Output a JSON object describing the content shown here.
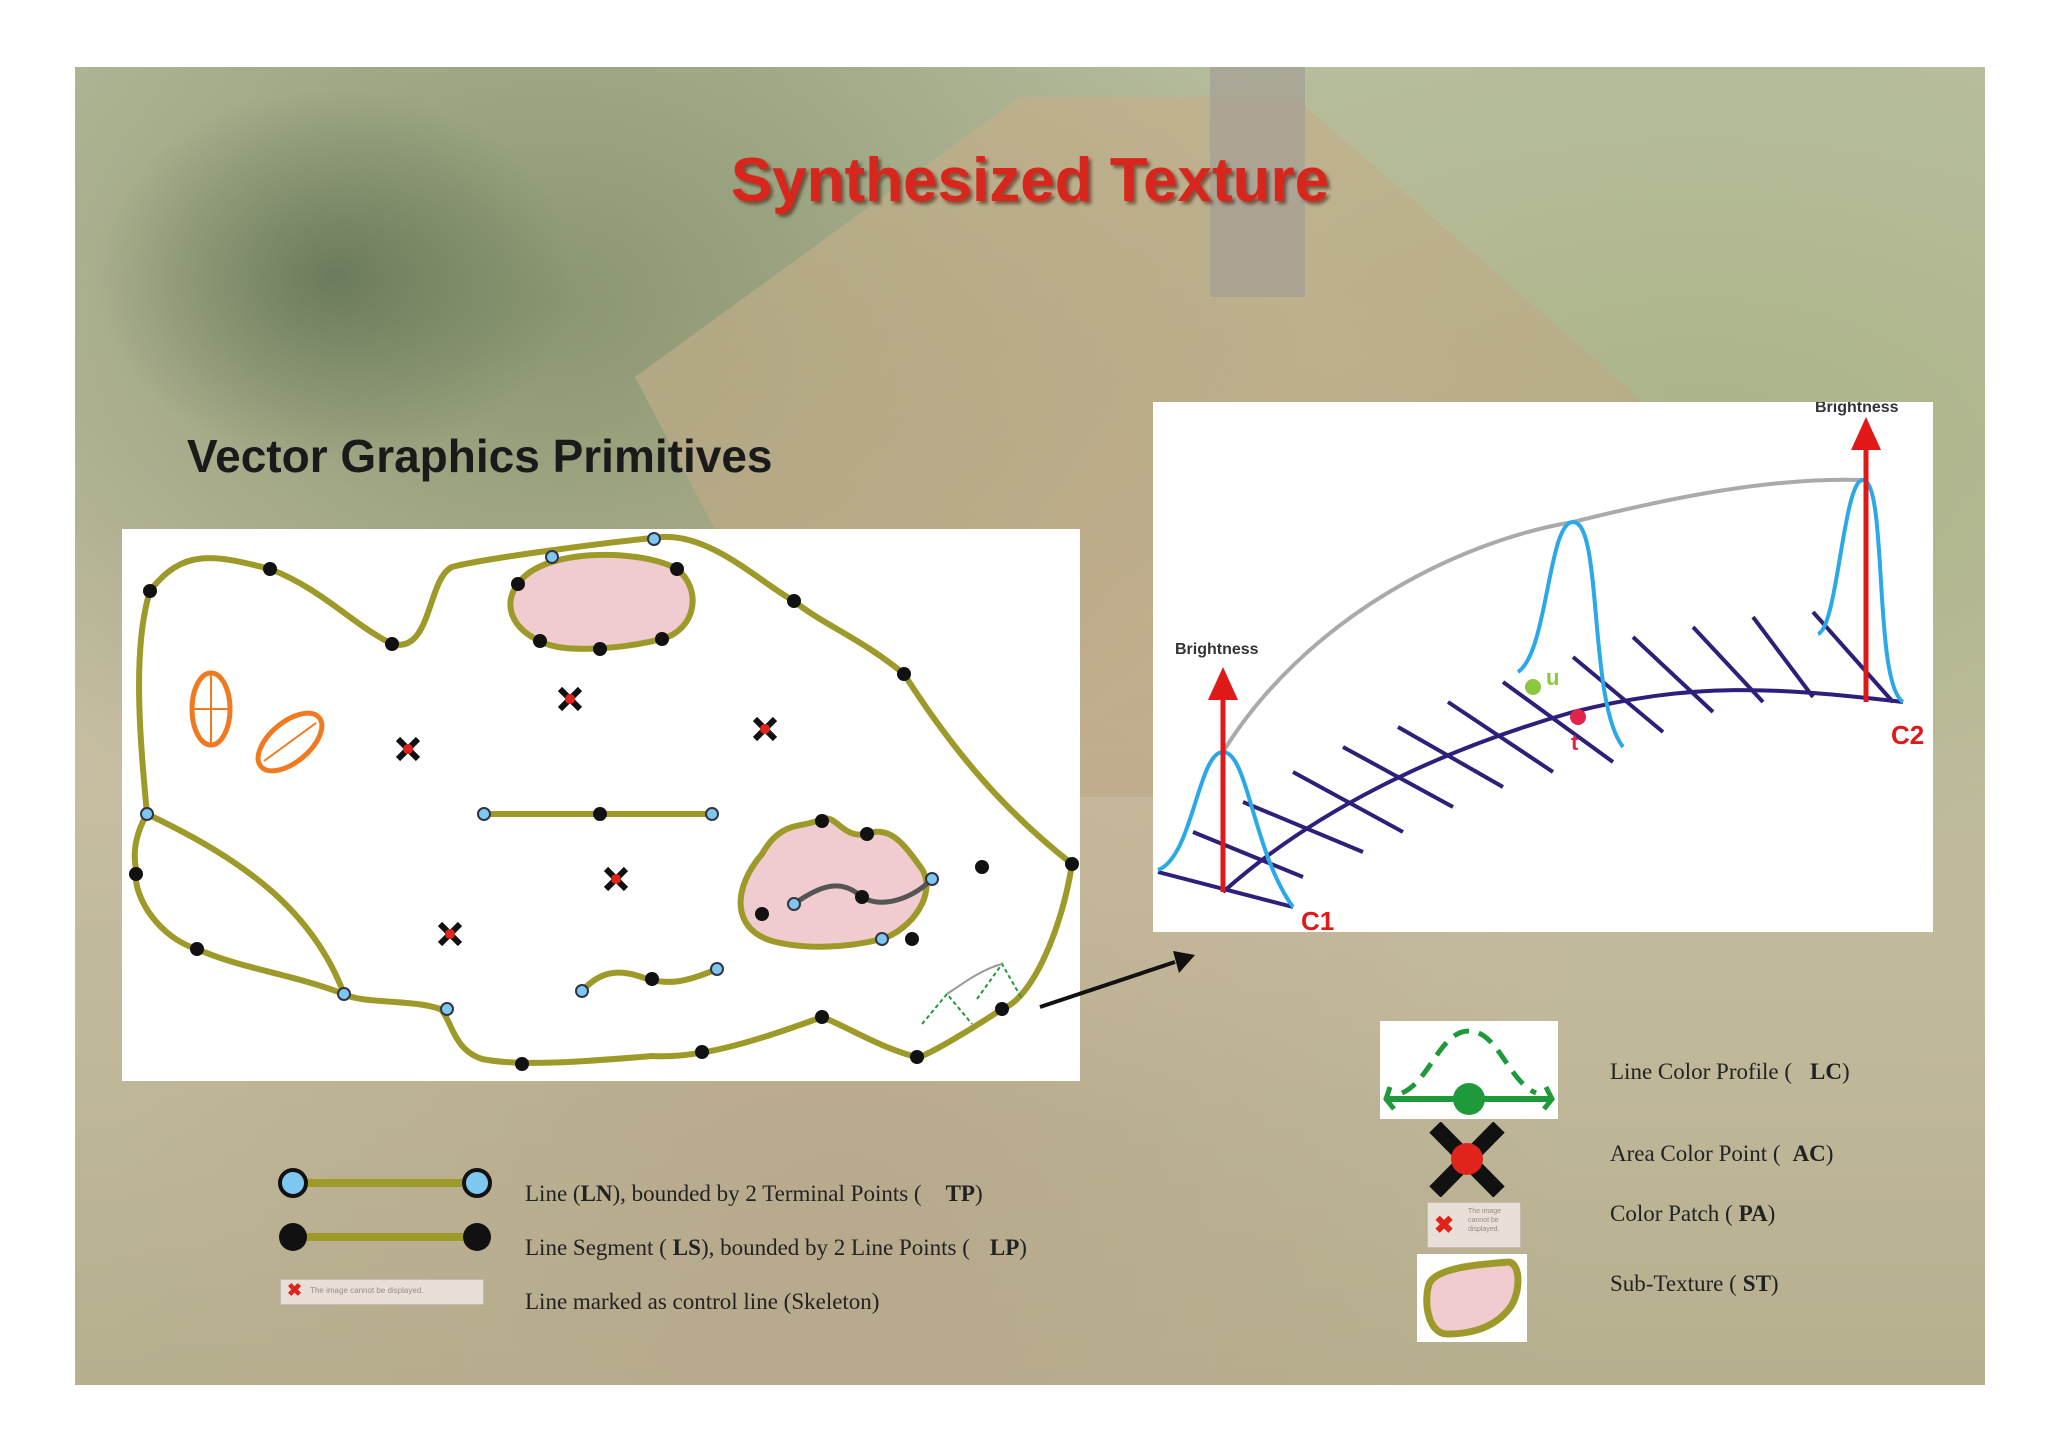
{
  "title": "Synthesized Texture",
  "subtitle": "Vector Graphics Primitives",
  "colors": {
    "title": "#d8261c",
    "outline": "#9e9a2a",
    "subtexture_fill": "#f0ccd0",
    "terminal_point": "#7ec8f0",
    "ellipse": "#f07a20",
    "profile_curve": "#2aa8e8",
    "skeleton_line": "#2e1f7a",
    "brightness_arrow": "#e01818",
    "color_profile_green": "#1e9a3a"
  },
  "right_diagram": {
    "brightness_label_left": "Brightness",
    "brightness_label_right": "Brightness",
    "c1_label": "C1",
    "c2_label": "C2",
    "t_label": "t",
    "u_label": "u"
  },
  "legend_left": [
    {
      "pre": "Line (",
      "bold": "LN",
      "mid": "), bounded by 2 Terminal Points (",
      "bold2": "TP",
      "post": ")"
    },
    {
      "pre": "Line Segment (",
      "bold": "LS",
      "mid": "), bounded by 2 Line Points (",
      "bold2": "LP",
      "post": ")"
    },
    {
      "pre": "Line marked as control line (Skeleton)",
      "bold": "",
      "mid": "",
      "bold2": "",
      "post": ""
    }
  ],
  "legend_right": [
    {
      "pre": "Line Color Profile (",
      "bold": "LC",
      "post": ")"
    },
    {
      "pre": "Area Color Point (",
      "bold": "AC",
      "post": ")"
    },
    {
      "pre": "Color Patch (",
      "bold": "PA",
      "post": ")"
    },
    {
      "pre": "Sub-Texture (",
      "bold": "ST",
      "post": ")"
    }
  ],
  "placeholder_text_small": "The image cannot be displayed.",
  "placeholder_text_icon": "The image cannot be displayed."
}
